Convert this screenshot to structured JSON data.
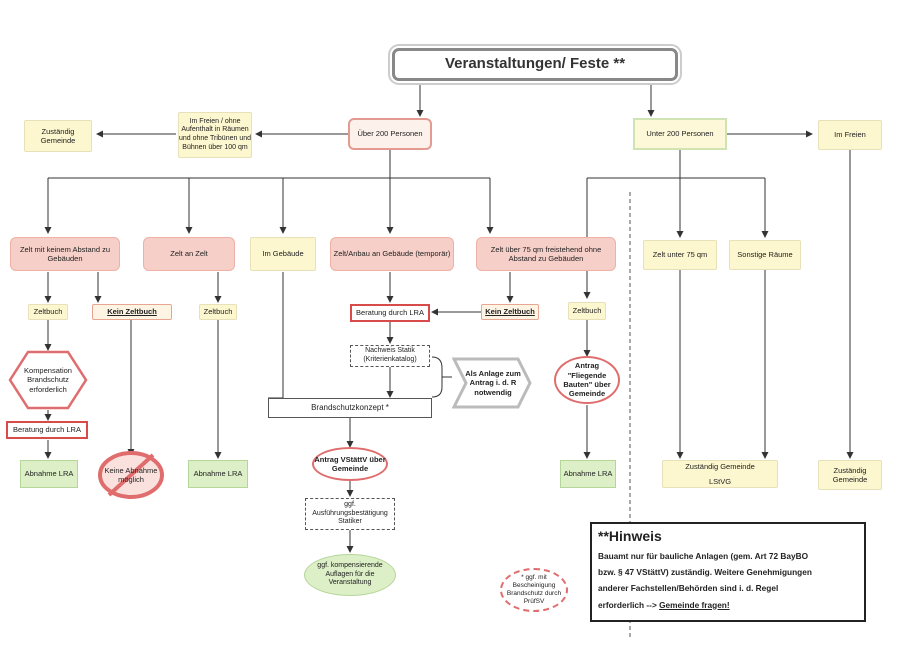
{
  "title": "Veranstaltungen/ Feste **",
  "nodes": {
    "over200": "Über 200 Personen",
    "under200": "Unter 200 Personen",
    "open_air_cond": "Im Freien / ohne Aufenthalt in Räumen und ohne Tribünen und Bühnen über 100 qm",
    "zust_gemeinde_left": "Zuständig Gemeinde",
    "im_freien": "Im Freien",
    "zelt_kein_abstand": "Zelt mit keinem Abstand zu Gebäuden",
    "zelt_an_zelt": "Zelt an Zelt",
    "im_gebaeude": "Im Gebäude",
    "zelt_anbau": "Zelt/Anbau an Gebäude (temporär)",
    "zelt_ueber75": "Zelt über 75 qm freistehend ohne Abstand zu Gebäuden",
    "zeltbuch_1": "Zeltbuch",
    "kein_zeltbuch_1": "Kein Zeltbuch",
    "zeltbuch_2": "Zeltbuch",
    "beratung_lra_center": "Beratung durch LRA",
    "kein_zeltbuch_2": "Kein Zeltbuch",
    "zeltbuch_3": "Zeltbuch",
    "kompensation": "Kompensation Brandschutz erforderlich",
    "beratung_lra_left": "Beratung durch LRA",
    "abnahme_lra_1": "Abnahme LRA",
    "keine_abnahme": "Keine Abnahme möglich",
    "abnahme_lra_2": "Abnahme LRA",
    "nachweis_statik": "Nachweis Statik (Kriterienkatalog)",
    "brandschutzkonzept": "Brandschutzkonzept *",
    "anlage_antrag": "Als Anlage zum Antrag i. d. R notwendig",
    "antrag_vstaettv": "Antrag VStättV über Gemeinde",
    "ausfuehrung": "ggf. Ausführungsbestätigung Statiker",
    "kompensierende": "ggf. kompensierende Auflagen für die Veranstaltung",
    "antrag_fliegende": "Antrag \"Fliegende Bauten\" über Gemeinde",
    "abnahme_lra_3": "Abnahme LRA",
    "zelt_unter75": "Zelt unter 75 qm",
    "sonstige_raeume": "Sonstige Räume",
    "zust_gemeinde_lstvg_1": "Zuständig Gemeinde",
    "zust_gemeinde_lstvg_2": "LStVG",
    "zust_gemeinde_right": "Zuständig Gemeinde",
    "pruefsv_note": "* ggf. mit Bescheinigung Brandschutz durch PrüfSV"
  },
  "hinweis": {
    "heading": "**Hinweis",
    "line1": "Bauamt nur für bauliche Anlagen (gem. Art 72 BayBO",
    "line2": "bzw. § 47 VStättV) zuständig. Weitere Genehmigungen",
    "line3": "anderer Fachstellen/Behörden  sind i. d. Regel",
    "line4_prefix": "erforderlich --> ",
    "line4_link": "Gemeinde fragen!"
  },
  "colors": {
    "yellow": "#fdf7cf",
    "pink": "#f6cfc8",
    "red_accent": "#d94b4b",
    "green": "#dcefc6"
  }
}
